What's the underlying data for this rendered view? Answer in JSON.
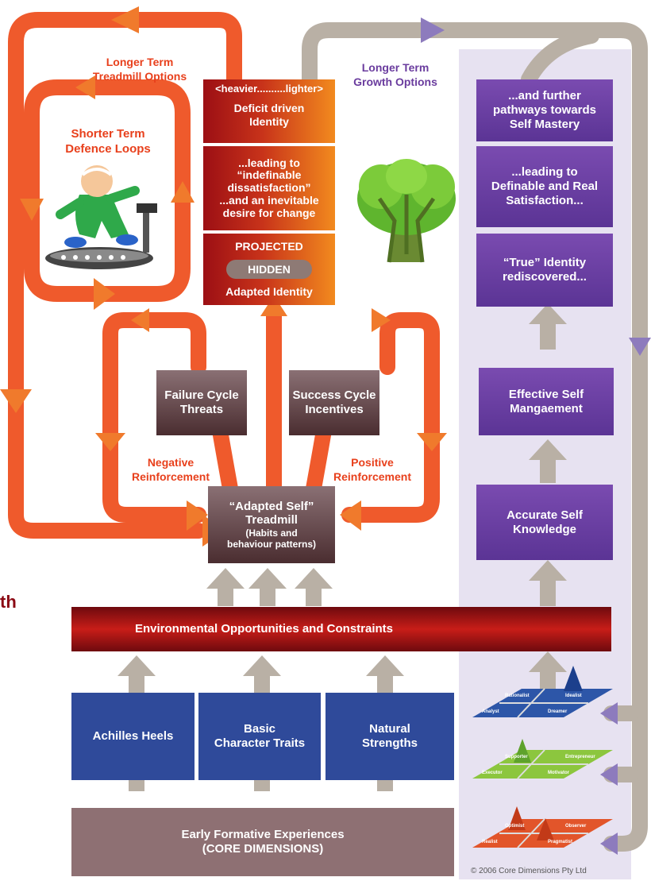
{
  "labels": {
    "longer_treadmill": [
      "Longer Term",
      "Treadmill Options"
    ],
    "longer_growth": [
      "Longer Term",
      "Growth Options"
    ],
    "shorter_defence": [
      "Shorter Term",
      "Defence Loops"
    ],
    "negative": [
      "Negative",
      "Reinforcement"
    ],
    "positive": [
      "Positive",
      "Reinforcement"
    ],
    "cut_heading": "th"
  },
  "identity": {
    "scale": "<heavier..........lighter>",
    "deficit": [
      "Deficit driven",
      "Identity"
    ],
    "leading": [
      "...leading to",
      "“indefinable",
      "dissatisfaction”",
      "...and an inevitable",
      "desire for change"
    ],
    "projected": "PROJECTED",
    "hidden": "HIDDEN",
    "adapted": "Adapted Identity"
  },
  "growth": {
    "further": [
      "...and further",
      "pathways towards",
      "Self Mastery"
    ],
    "leading": [
      "...leading to",
      "Definable and Real",
      "Satisfaction..."
    ],
    "true_identity": [
      "“True” Identity",
      "rediscovered..."
    ],
    "management": [
      "Effective Self",
      "Mangaement"
    ],
    "knowledge": [
      "Accurate Self",
      "Knowledge"
    ]
  },
  "cycles": {
    "failure": [
      "Failure Cycle",
      "Threats"
    ],
    "success": [
      "Success Cycle",
      "Incentives"
    ],
    "treadmill": [
      "“Adapted Self”",
      "Treadmill"
    ],
    "treadmill_sub": [
      "(Habits and",
      "behaviour patterns)"
    ]
  },
  "environment": "Environmental Opportunities and Constraints",
  "base": {
    "achilles": "Achilles Heels",
    "traits": [
      "Basic",
      "Character Traits"
    ],
    "strengths": [
      "Natural",
      "Strengths"
    ],
    "early": [
      "Early Formative Experiences",
      "(CORE DIMENSIONS)"
    ]
  },
  "planes": {
    "top": [
      "Rationalist",
      "Idealist",
      "Analyst",
      "Dreamer"
    ],
    "mid": [
      "Supporter",
      "Entrepreneur",
      "Executor",
      "Motivator"
    ],
    "bot": [
      "Optimist",
      "Observer",
      "Realist",
      "Pragmatist"
    ]
  },
  "copyright": "© 2006 Core Dimensions Pty Ltd",
  "colors": {
    "red_loop": "#ef5a2c",
    "grey_loop": "#b9b0a5",
    "purple_box": "#6a3c9e",
    "blue_box": "#2f4a9a",
    "base_box": "#8e7073",
    "panel": "#e7e2f1"
  }
}
